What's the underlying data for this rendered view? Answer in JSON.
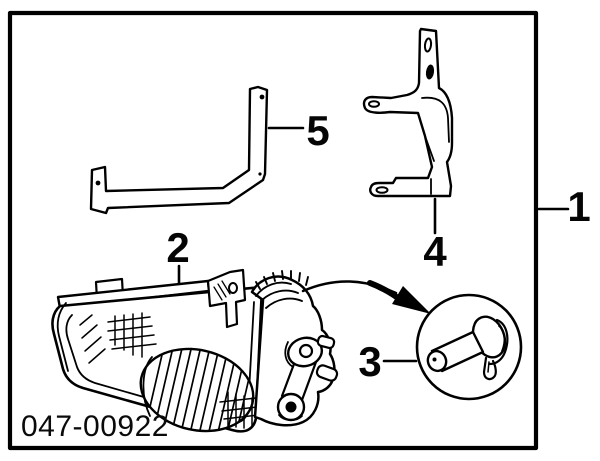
{
  "figure": {
    "type": "parts-diagram",
    "part_number": "047-00922",
    "callouts": [
      {
        "label": "1"
      },
      {
        "label": "2"
      },
      {
        "label": "3"
      },
      {
        "label": "4"
      },
      {
        "label": "5"
      }
    ]
  },
  "colors": {
    "line": "#000000",
    "background": "#ffffff"
  }
}
